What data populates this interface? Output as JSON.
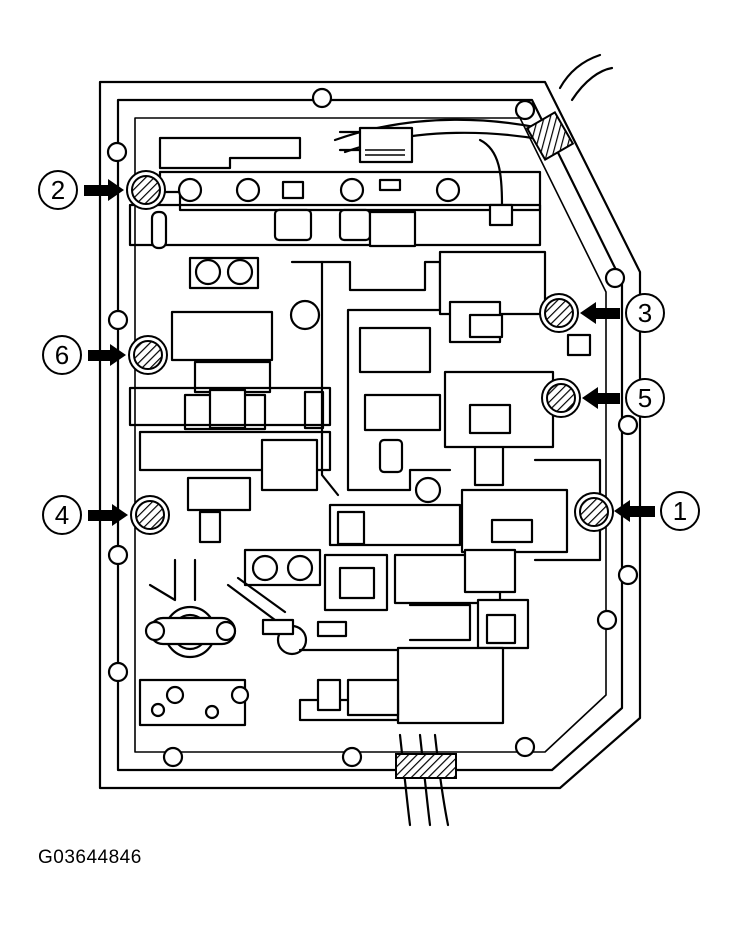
{
  "figure_id": "G03644846",
  "callouts": [
    {
      "number": "1"
    },
    {
      "number": "2"
    },
    {
      "number": "3"
    },
    {
      "number": "4"
    },
    {
      "number": "5"
    },
    {
      "number": "6"
    }
  ],
  "colors": {
    "ink": "#000000",
    "paper": "#ffffff"
  }
}
